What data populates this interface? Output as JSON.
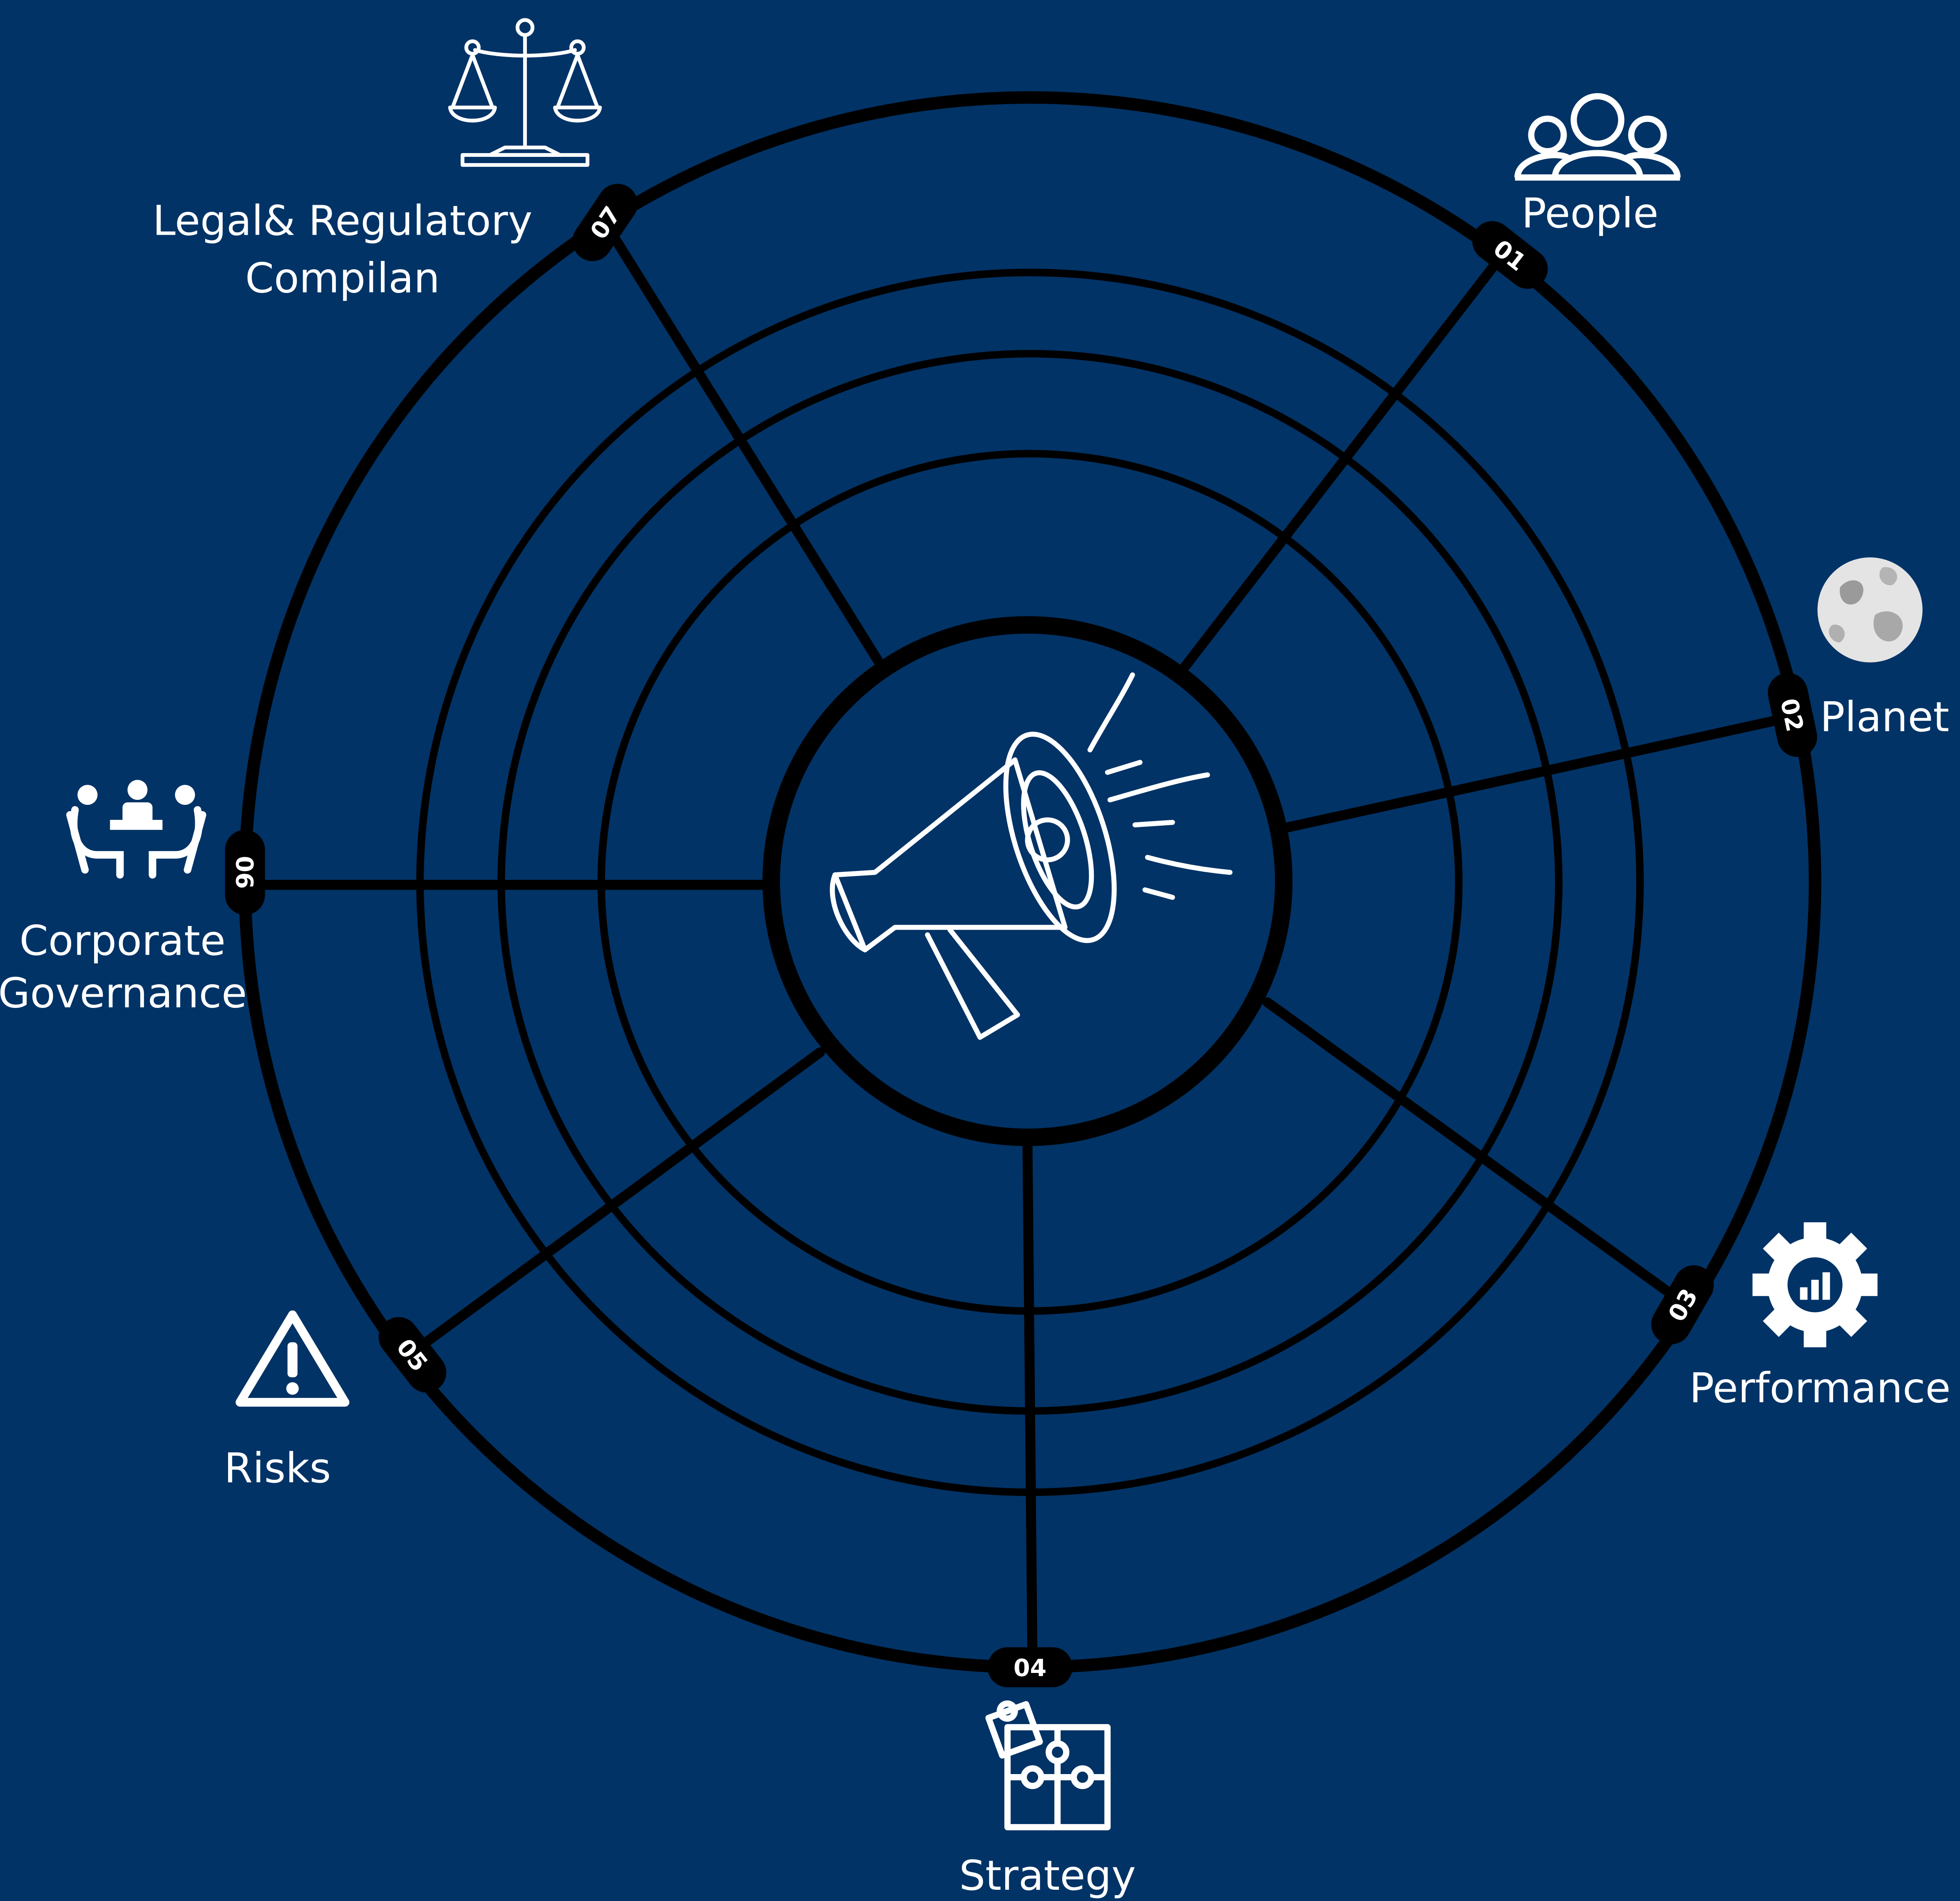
{
  "colors": {
    "background": "#013366",
    "ring": "#000000",
    "label": "#ffffff",
    "badge": "#000000"
  },
  "center": {
    "icon": "megaphone-icon"
  },
  "segments": [
    {
      "number": "01",
      "label_lines": [
        "People"
      ],
      "icon": "people-group-icon"
    },
    {
      "number": "02",
      "label_lines": [
        "Planet"
      ],
      "icon": "planet-globe-icon"
    },
    {
      "number": "03",
      "label_lines": [
        "Performance"
      ],
      "icon": "gear-chart-icon"
    },
    {
      "number": "04",
      "label_lines": [
        "Strategy"
      ],
      "icon": "puzzle-icon"
    },
    {
      "number": "05",
      "label_lines": [
        "Risks"
      ],
      "icon": "warning-icon"
    },
    {
      "number": "06",
      "label_lines": [
        "Corporate",
        "Governance"
      ],
      "icon": "meeting-table-icon"
    },
    {
      "number": "07",
      "label_lines": [
        "Legal& Regulatory",
        "Compilan"
      ],
      "icon": "scales-icon"
    }
  ]
}
